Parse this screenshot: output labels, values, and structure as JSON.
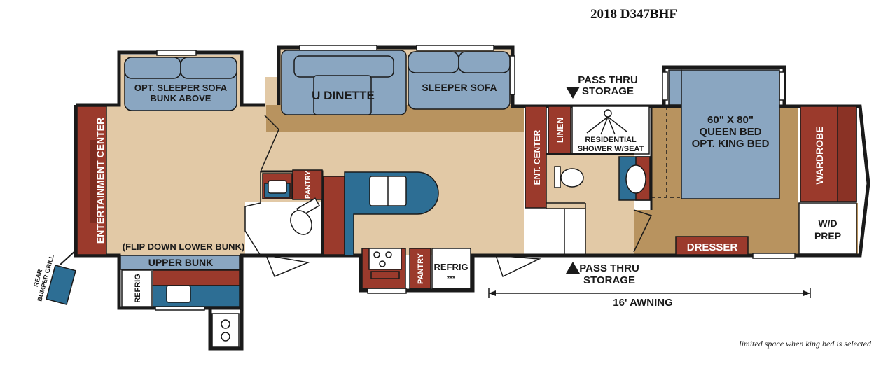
{
  "title": "2018 D347BHF",
  "footnote": "limited space when king bed is selected",
  "labels": {
    "entertainment_center": "ENTERTAINMENT CENTER",
    "opt_sleeper_sofa_line1": "OPT. SLEEPER SOFA",
    "opt_sleeper_sofa_line2": "BUNK ABOVE",
    "u_dinette": "U DINETTE",
    "sleeper_sofa": "SLEEPER SOFA",
    "pass_thru_top_line1": "PASS THRU",
    "pass_thru_top_line2": "STORAGE",
    "ent_center": "ENT. CENTER",
    "linen": "LINEN",
    "shower_line1": "RESIDENTIAL",
    "shower_line2": "SHOWER W/SEAT",
    "bed_line1": "60\" X 80\"",
    "bed_line2": "QUEEN BED",
    "bed_line3": "OPT. KING BED",
    "wardrobe": "WARDROBE",
    "wd_line1": "W/D",
    "wd_line2": "PREP",
    "dresser": "DRESSER",
    "pantry_upper": "PANTRY",
    "pantry_lower": "PANTRY",
    "refrig_main": "REFRIG",
    "refrig_stars": "***",
    "flip_down": "(FLIP DOWN LOWER BUNK)",
    "upper_bunk": "UPPER BUNK",
    "refrig_bunk": "REFRIG",
    "pass_thru_bottom_line1": "PASS THRU",
    "pass_thru_bottom_line2": "STORAGE",
    "awning": "16' AWNING",
    "rear_bumper_line1": "REAR",
    "rear_bumper_line2": "BUMPER GRILL"
  },
  "colors": {
    "floor": "#e2c9a6",
    "carpet": "#b8935f",
    "cushion": "#8aa6c1",
    "cabinet": "#9b3a2c",
    "counter": "#2d6e94",
    "wall": "#1a1a1a"
  }
}
